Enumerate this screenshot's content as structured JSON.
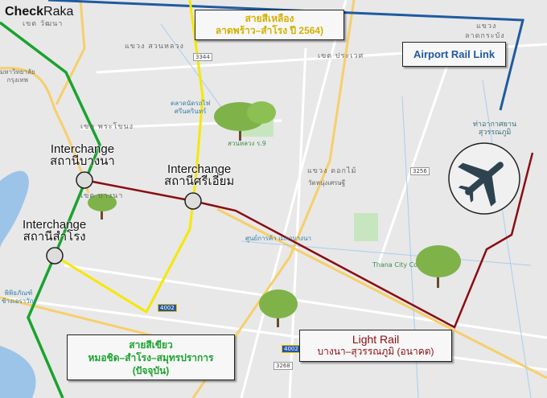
{
  "logo": {
    "bold": "Check",
    "light": "Raka"
  },
  "lines": {
    "yellow": {
      "title": "สายสีเหลือง",
      "subtitle": "ลาดพร้าว–สำโรง ปี 2564)",
      "color": "#e8d800",
      "text_color": "#d4b000"
    },
    "airport": {
      "title": "Airport Rail Link",
      "color": "#1f5aa0"
    },
    "green": {
      "title": "สายสีเขียว",
      "subtitle": "หมอชิด–สำโรง–สมุทรปราการ",
      "note": "(ปัจจุบัน)",
      "color": "#1aa32e"
    },
    "light_rail": {
      "title": "Light Rail",
      "subtitle": "บางนา–สุวรรณภูมิ (อนาคต)",
      "color": "#8b0d12"
    }
  },
  "interchanges": [
    {
      "label": "Interchange",
      "station": "สถานีบางนา"
    },
    {
      "label": "Interchange",
      "station": "สถานีศรีเอี่ยม"
    },
    {
      "label": "Interchange",
      "station": "สถานีสำโรง"
    }
  ],
  "areas": [
    "เขต วัฒนา",
    "แขวง สวนหลวง",
    "เขต ประเวศ",
    "แขวง",
    "ลาดกระบัง",
    "เขต พระโขนง",
    "แขวง ดอกไม้",
    "เขต บางนา"
  ],
  "pois": [
    "ตลาดนัดรถไฟ",
    "ศรีนครินทร์",
    "ท่าอากาศยาน",
    "สุวรรณภูมิ",
    "ศูนย์การค้า เมกาบางนา",
    "วัดหนุ่งเศรษฐี",
    "พิพิธภัณฑ์",
    "ช้างเอราวัณ",
    "มหาวิทยาลัย",
    "กรุงเทพ"
  ],
  "parks": [
    "สวนหลวง ร.9",
    "Thana City Co"
  ],
  "road_numbers": [
    "4002",
    "4002",
    "3256",
    "3268",
    "3344"
  ],
  "icons": [
    "airplane-icon",
    "tree-icon"
  ]
}
